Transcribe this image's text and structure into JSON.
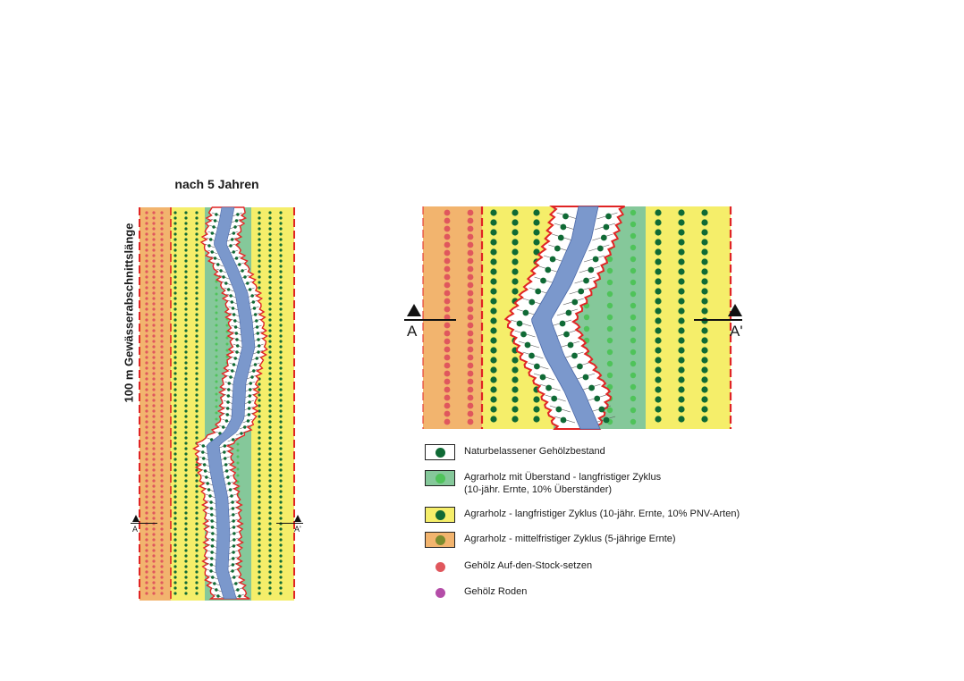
{
  "title": "nach 5 Jahren",
  "vertical_label": "100 m Gewässerabschnittslänge",
  "section_labels": {
    "left": "A",
    "right": "A'"
  },
  "colors": {
    "orange_zone": "#f2b46e",
    "yellow_zone": "#f5ee6a",
    "green_zone": "#85c89a",
    "river": "#7b98cc",
    "boundary_red": "#e02424",
    "dark_green_dot": "#0f6a35",
    "light_green_dot": "#4fc35a",
    "olive_dot": "#7a8c2e",
    "red_dot": "#e0575d",
    "magenta_dot": "#b44da8"
  },
  "legend": [
    {
      "label": "Naturbelassener Gehölzbestand",
      "swatch": "#ffffff",
      "dot": "#0f6a35"
    },
    {
      "label": "Agrarholz mit Überstand - langfristiger Zyklus",
      "label2": "(10-jähr. Ernte, 10% Überständer)",
      "swatch": "#85c89a",
      "dot": "#4fc35a"
    },
    {
      "label": "Agrarholz - langfristiger Zyklus (10-jähr. Ernte, 10% PNV-Arten)",
      "swatch": "#f5ee6a",
      "dot": "#0f6a35"
    },
    {
      "label": "Agrarholz - mittelfristiger Zyklus (5-jährige Ernte)",
      "swatch": "#f2b46e",
      "dot": "#7a8c2e"
    },
    {
      "label": "Gehölz Auf-den-Stock-setzen",
      "swatch": null,
      "dot": "#e0575d"
    },
    {
      "label": "Gehölz Roden",
      "swatch": null,
      "dot": "#b44da8"
    }
  ]
}
